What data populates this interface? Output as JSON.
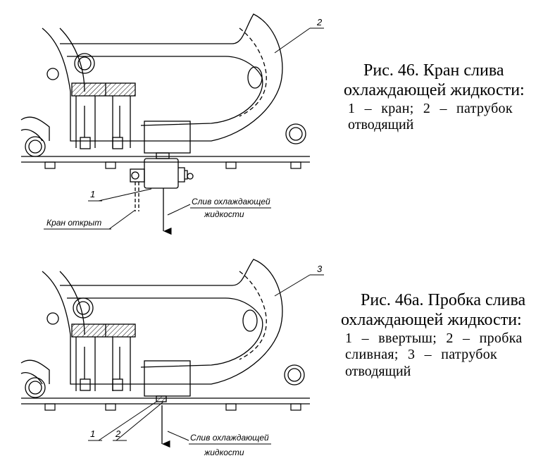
{
  "figure1": {
    "caption_title_line1": "Рис. 46. Кран слива",
    "caption_title_line2": "охлаждающей жидкости:",
    "legend_line1": "1 – кран; 2 – патрубок",
    "legend_line2": "отводящий",
    "label_1": "1",
    "label_2": "2",
    "callout_drain_line1": "Слив охлаждающей",
    "callout_drain_line2": "жидкости",
    "callout_valve_open": "Кран открыт"
  },
  "figure2": {
    "caption_title_line1": "Рис. 46а. Пробка слива",
    "caption_title_line2": "охлаждающей жидкости:",
    "legend_line1": "1 – ввертыш; 2 – пробка",
    "legend_line2": "сливная; 3 – патрубок",
    "legend_line3": "отводящий",
    "label_1": "1",
    "label_2": "2",
    "label_3": "3",
    "callout_drain_line1": "Слив охлаждающей",
    "callout_drain_line2": "жидкости"
  }
}
